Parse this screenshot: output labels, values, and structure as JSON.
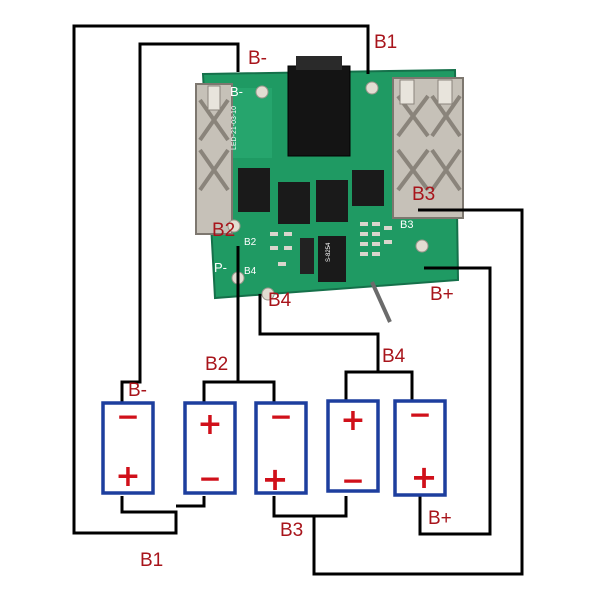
{
  "labels": {
    "b_minus_top": "B-",
    "b1_top": "B1",
    "b2_board": "B2",
    "b3_board": "B3",
    "b_plus_board": "B+",
    "b4_board": "B4",
    "b2_mid": "B2",
    "b4_mid": "B4",
    "b_minus_cell": "B-",
    "b1_bottom": "B1",
    "b3_bottom": "B3",
    "b_plus_bottom": "B+"
  },
  "board": {
    "pad_b_minus": "B-",
    "pad_b2": "B2",
    "pad_b3": "B3",
    "pad_b4": "B4",
    "pad_p_minus": "P-",
    "silk_code": "LED-21-03-10",
    "chip_label": "S-8254"
  },
  "cells": [
    {
      "top_sign": "−",
      "bottom_sign": "+"
    },
    {
      "top_sign": "+",
      "bottom_sign": "−"
    },
    {
      "top_sign": "−",
      "bottom_sign": "+"
    },
    {
      "top_sign": "+",
      "bottom_sign": "−"
    },
    {
      "top_sign": "−",
      "bottom_sign": "+"
    }
  ],
  "colors": {
    "label_red": "#a8141b",
    "pcb_green": "#1f9a63",
    "cell_border": "#1d3e9e",
    "sign_red": "#d0101a",
    "wire": "#000000"
  }
}
